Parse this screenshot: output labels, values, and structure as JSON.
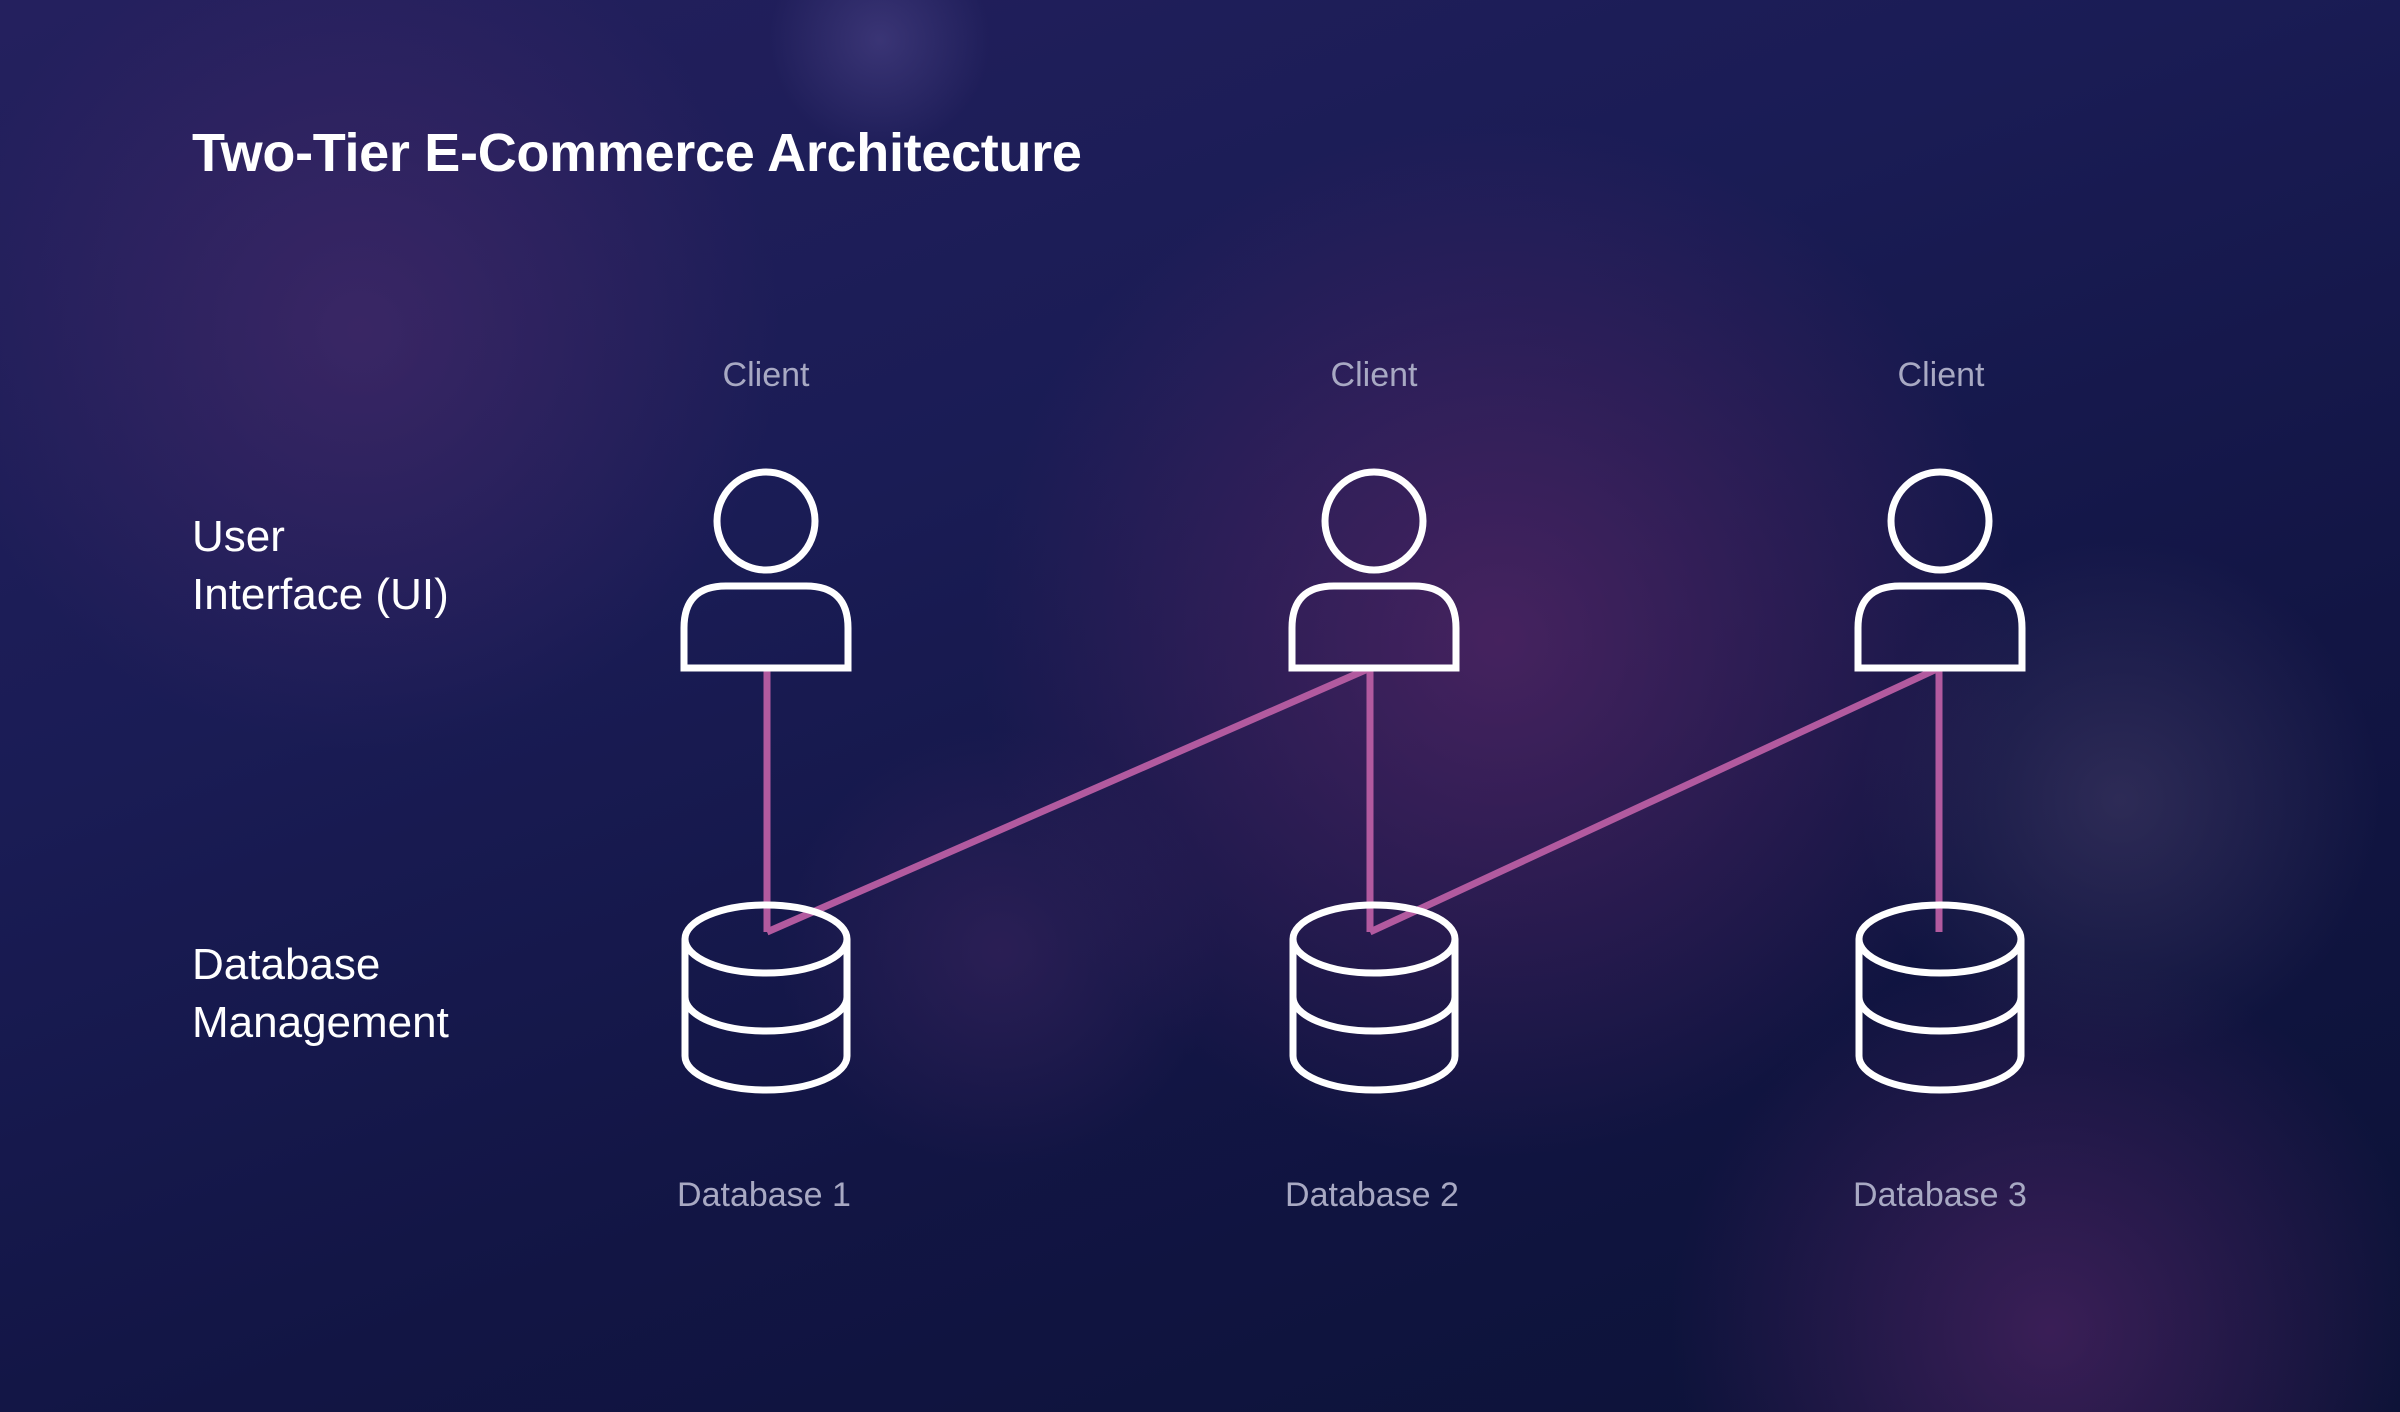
{
  "title": "Two-Tier E-Commerce Architecture",
  "tiers": {
    "ui": {
      "line1": "User",
      "line2": "Interface (UI)"
    },
    "db": {
      "line1": "Database",
      "line2": "Management"
    }
  },
  "clients": [
    {
      "label": "Client",
      "icon": "user-icon"
    },
    {
      "label": "Client",
      "icon": "user-icon"
    },
    {
      "label": "Client",
      "icon": "user-icon"
    }
  ],
  "databases": [
    {
      "label": "Database 1",
      "icon": "database-icon"
    },
    {
      "label": "Database 2",
      "icon": "database-icon"
    },
    {
      "label": "Database 3",
      "icon": "database-icon"
    }
  ],
  "connections": [
    {
      "from": "client-1",
      "to": "database-1"
    },
    {
      "from": "client-2",
      "to": "database-1"
    },
    {
      "from": "client-2",
      "to": "database-2"
    },
    {
      "from": "client-3",
      "to": "database-2"
    },
    {
      "from": "client-3",
      "to": "database-3"
    }
  ],
  "colors": {
    "connector": "#b25a9f",
    "icon_stroke": "#ffffff",
    "label_muted": "#a8a9c3",
    "title": "#ffffff"
  }
}
